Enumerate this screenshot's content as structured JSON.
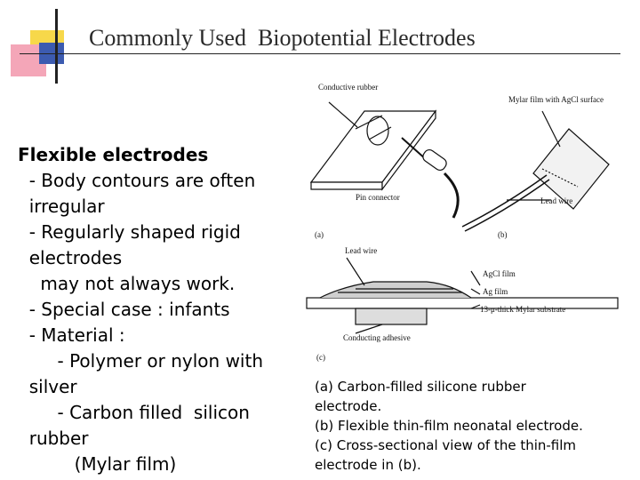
{
  "title": "Commonly Used  Biopotential Electrodes",
  "body": {
    "heading": "Flexible electrodes",
    "lines": [
      "  - Body contours are often",
      "  irregular",
      "  - Regularly shaped rigid",
      "  electrodes",
      "    may not always work.",
      "  - Special case : infants",
      "  - Material :",
      "       - Polymer or nylon with",
      "  silver",
      "       - Carbon filled  silicon",
      "  rubber",
      "          (Mylar film)"
    ]
  },
  "figure": {
    "labels": {
      "conductive_rubber": "Conductive rubber",
      "pin_connector": "Pin connector",
      "mylar_film": "Mylar film with AgCl surface",
      "lead_wire_b": "Lead wire",
      "panel_a": "(a)",
      "panel_b": "(b)",
      "lead_wire_c": "Lead wire",
      "agcl_film": "AgCl film",
      "ag_film": "Ag film",
      "mylar_substrate": "13-μ-thick Mylar substrate",
      "conducting_adhesive": "Conducting adhesive",
      "panel_c": "(c)"
    }
  },
  "caption": {
    "lines": [
      "(a) Carbon-filled silicone rubber",
      "electrode.",
      "(b) Flexible thin-film neonatal electrode.",
      "(c) Cross-sectional view of the thin-film",
      "electrode in (b)."
    ]
  }
}
